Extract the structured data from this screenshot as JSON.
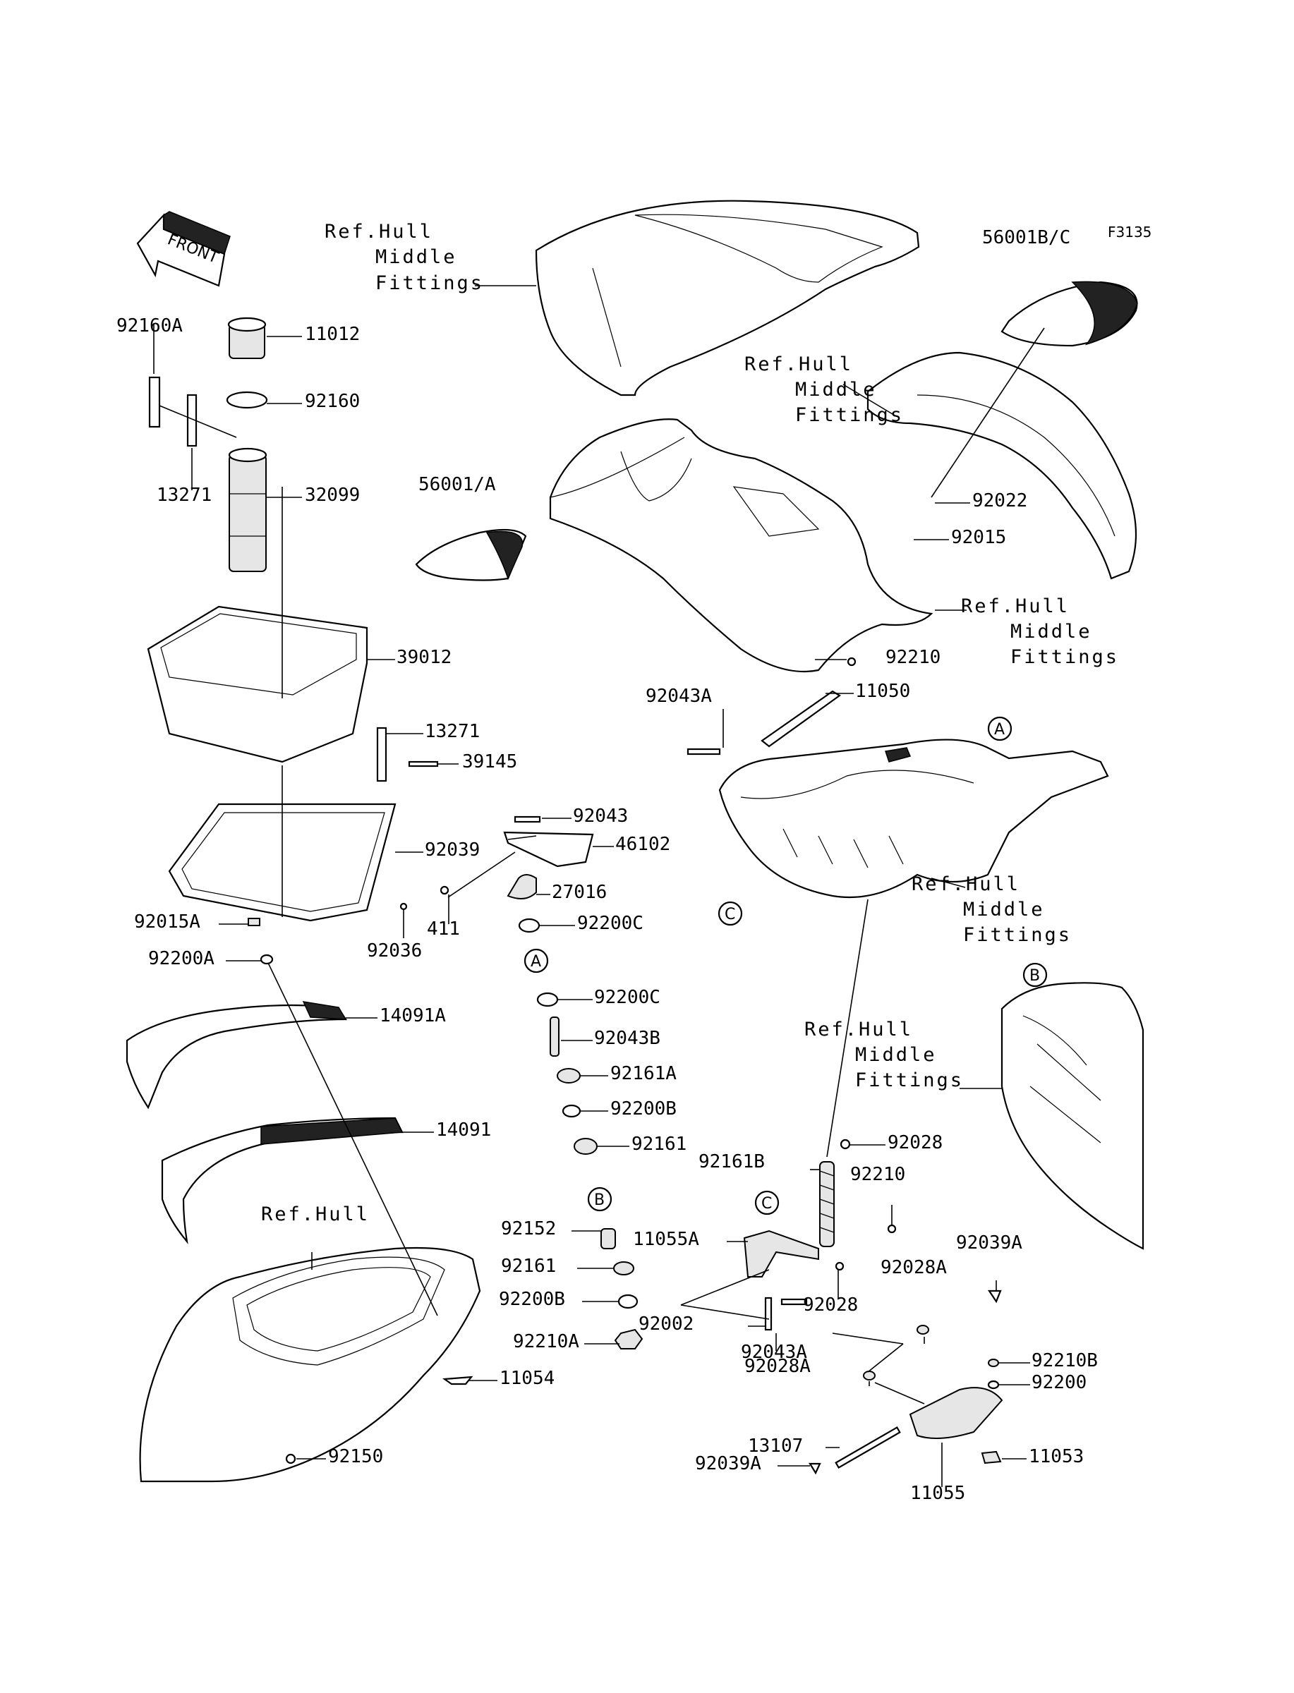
{
  "figure_code": "F3135",
  "front_label": "FRONT",
  "ref_label": {
    "line1": "Ref.Hull",
    "line2": "Middle",
    "line3": "Fittings"
  },
  "ref_hull_label": "Ref.Hull",
  "circle_markers": [
    "A",
    "B",
    "C"
  ],
  "parts": [
    "92160A",
    "11012",
    "92160",
    "13271",
    "32099",
    "39012",
    "92039",
    "39145",
    "56001/A",
    "56001B/C",
    "92022",
    "92015",
    "92210",
    "11050",
    "92043A",
    "92043",
    "46102",
    "27016",
    "92036",
    "411",
    "92015A",
    "92200A",
    "92200C",
    "92043B",
    "92161A",
    "92200B",
    "92161",
    "14091A",
    "14091",
    "92152",
    "92210A",
    "11055A",
    "92002",
    "92043A",
    "92161B",
    "92028",
    "92210",
    "92039A",
    "92028A",
    "92210B",
    "92200",
    "13107",
    "11055",
    "11053",
    "11054",
    "92150"
  ]
}
